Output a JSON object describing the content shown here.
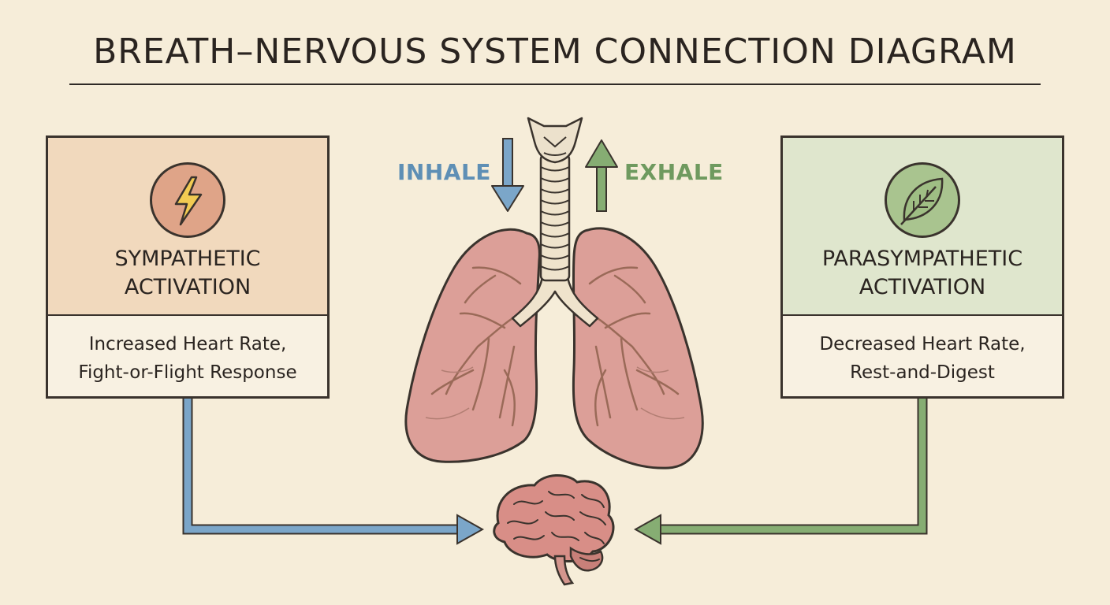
{
  "title": "BREATH–NERVOUS SYSTEM CONNECTION DIAGRAM",
  "breath": {
    "inhale_label": "INHALE",
    "exhale_label": "EXHALE"
  },
  "left_panel": {
    "title_line1": "SYMPATHETIC",
    "title_line2": "ACTIVATION",
    "desc_line1": "Increased Heart Rate,",
    "desc_line2": "Fight-or-Flight Response",
    "icon": "lightning-bolt-icon"
  },
  "right_panel": {
    "title_line1": "PARASYMPATHETIC",
    "title_line2": "ACTIVATION",
    "desc_line1": "Decreased Heart Rate,",
    "desc_line2": "Rest-and-Digest",
    "icon": "leaf-icon"
  },
  "colors": {
    "background": "#f6edd9",
    "sympathetic_header": "#f1d9bd",
    "parasympathetic_header": "#dfe6cd",
    "inhale_blue": "#7ba6c9",
    "exhale_green": "#86ad73",
    "lung_pink": "#dc9f98",
    "brain_pink": "#d88e87"
  }
}
